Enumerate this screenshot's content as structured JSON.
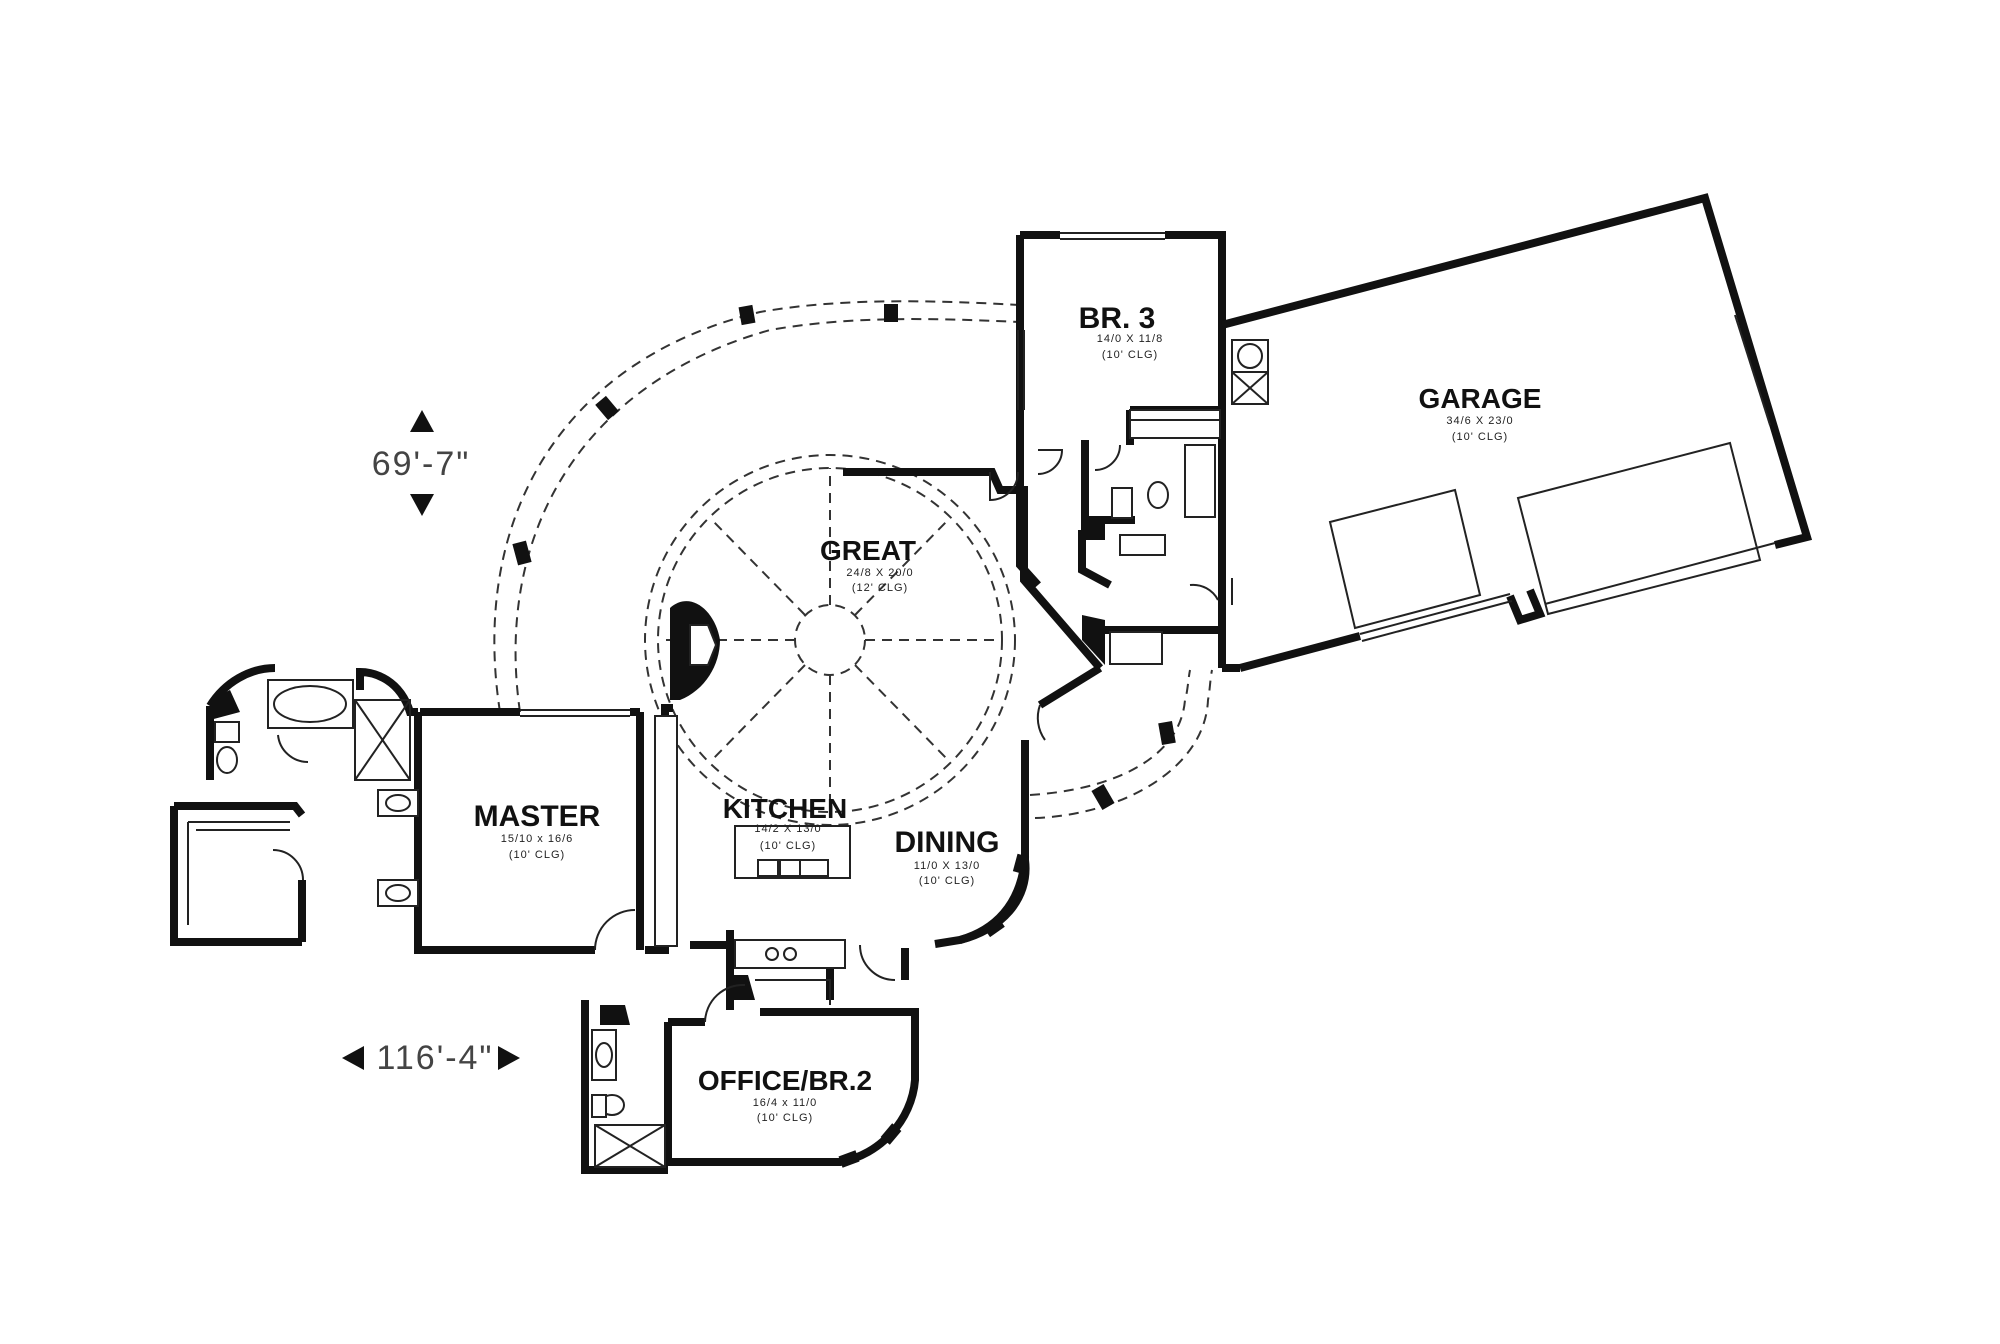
{
  "rooms": {
    "br3": {
      "name": "BR. 3",
      "size": "14/0 X 11/8",
      "clg": "(10' CLG)"
    },
    "garage": {
      "name": "GARAGE",
      "size": "34/6 X 23/0",
      "clg": "(10' CLG)"
    },
    "great": {
      "name": "GREAT",
      "size": "24/8 X 20/0",
      "clg": "(12' CLG)"
    },
    "master": {
      "name": "MASTER",
      "size": "15/10 x 16/6",
      "clg": "(10' CLG)"
    },
    "kitchen": {
      "name": "KITCHEN",
      "size": "14/2 X 13/0",
      "clg": "(10' CLG)"
    },
    "dining": {
      "name": "DINING",
      "size": "11/0 X 13/0",
      "clg": "(10' CLG)"
    },
    "office": {
      "name": "OFFICE/BR.2",
      "size": "16/4 x 11/0",
      "clg": "(10' CLG)"
    }
  },
  "dimensions": {
    "depth": "69'-7\"",
    "width": "116'-4\""
  },
  "icons": {
    "up_arrow": "triangle-up-icon",
    "down_arrow": "triangle-down-icon",
    "left_arrow": "triangle-left-icon",
    "right_arrow": "triangle-right-icon"
  }
}
